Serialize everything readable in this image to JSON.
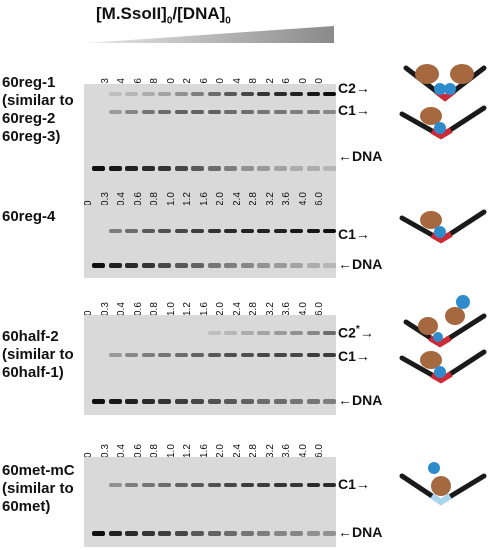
{
  "header": {
    "title_main": "[M.SsoII]",
    "title_sub1": "0",
    "title_mid": "/[DNA]",
    "title_sub2": "0"
  },
  "concentrations": [
    "0",
    "0.3",
    "0.4",
    "0.6",
    "0.8",
    "1.0",
    "1.2",
    "1.6",
    "2.0",
    "2.4",
    "2.8",
    "3.2",
    "3.6",
    "4.0",
    "6.0"
  ],
  "panels": [
    {
      "lines": [
        "60reg-1",
        "(similar to",
        "60reg-2",
        "60reg-3)"
      ],
      "labels": {
        "upper": "C2",
        "middle": "C1",
        "dna": "DNA"
      },
      "bands": {
        "upper": [
          0,
          0.05,
          0.1,
          0.15,
          0.2,
          0.3,
          0.4,
          0.5,
          0.6,
          0.7,
          0.8,
          0.85,
          0.9,
          0.95,
          1.0
        ],
        "middle": [
          0,
          0.25,
          0.35,
          0.45,
          0.5,
          0.55,
          0.55,
          0.55,
          0.5,
          0.5,
          0.45,
          0.45,
          0.4,
          0.4,
          0.35
        ],
        "dna": [
          1.0,
          0.95,
          0.9,
          0.85,
          0.8,
          0.7,
          0.6,
          0.5,
          0.4,
          0.3,
          0.25,
          0.2,
          0.15,
          0.15,
          0.1
        ]
      }
    },
    {
      "lines": [
        "60reg-4"
      ],
      "labels": {
        "middle": "C1",
        "dna": "DNA"
      },
      "bands": {
        "middle": [
          0,
          0.4,
          0.5,
          0.6,
          0.65,
          0.7,
          0.75,
          0.8,
          0.85,
          0.9,
          0.9,
          0.9,
          0.95,
          0.95,
          1.0
        ],
        "dna": [
          1.0,
          0.9,
          0.85,
          0.8,
          0.7,
          0.6,
          0.55,
          0.45,
          0.4,
          0.35,
          0.3,
          0.25,
          0.2,
          0.15,
          0.1
        ]
      }
    },
    {
      "lines": [
        "60half-2",
        "(similar to",
        "60half-1)"
      ],
      "labels": {
        "upper": "C2",
        "upper_mark": "*",
        "middle": "C1",
        "dna": "DNA"
      },
      "bands": {
        "upper": [
          0,
          0,
          0,
          0,
          0,
          0,
          0,
          0.05,
          0.1,
          0.15,
          0.2,
          0.25,
          0.3,
          0.35,
          0.5
        ],
        "middle": [
          0,
          0.25,
          0.35,
          0.4,
          0.45,
          0.5,
          0.55,
          0.6,
          0.65,
          0.65,
          0.7,
          0.7,
          0.7,
          0.75,
          0.75
        ],
        "dna": [
          1.0,
          0.95,
          0.9,
          0.85,
          0.8,
          0.75,
          0.7,
          0.65,
          0.6,
          0.55,
          0.5,
          0.5,
          0.45,
          0.45,
          0.4
        ]
      }
    },
    {
      "lines": [
        "60met-mC",
        "(similar to",
        "60met)"
      ],
      "labels": {
        "middle": "C1",
        "dna": "DNA"
      },
      "bands": {
        "middle": [
          0,
          0.3,
          0.4,
          0.45,
          0.5,
          0.55,
          0.6,
          0.65,
          0.7,
          0.75,
          0.75,
          0.8,
          0.8,
          0.85,
          0.85
        ],
        "dna": [
          1.0,
          0.9,
          0.85,
          0.8,
          0.75,
          0.7,
          0.6,
          0.55,
          0.5,
          0.45,
          0.4,
          0.35,
          0.35,
          0.3,
          0.3
        ]
      }
    }
  ],
  "colors": {
    "protein": "#a5683f",
    "cofactor": "#2f8ccc",
    "recognition_site": "#cc2a36",
    "methylated_site": "#a9d4ec",
    "dna_strand": "#1a1a1a",
    "gel_background": "#d9d9d9"
  }
}
